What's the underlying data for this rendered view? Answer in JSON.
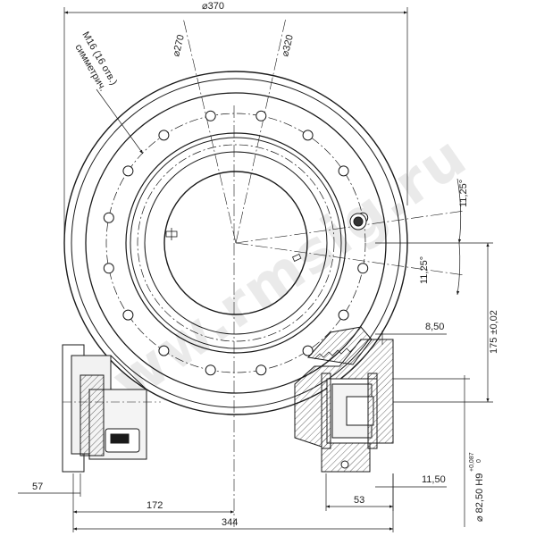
{
  "dimensions": {
    "d370": "⌀370",
    "d270": "⌀270",
    "d320": "⌀320",
    "bolts": "M16 (16 отв.)",
    "bolts_note": "симметрич.",
    "ang1": "11,25°",
    "ang2": "11,25°",
    "d8_50": "8,50",
    "d175": "175 ±0,02",
    "d11_50": "11,50",
    "d53": "53",
    "d57": "57",
    "d172": "172",
    "d344": "344",
    "d82_50": "⌀ 82,50 H9",
    "tol_upper": "+0,087",
    "tol_lower": "0"
  },
  "watermark": "www.rmsig.ru",
  "colors": {
    "line": "#1a1a1a",
    "hatch": "#444444",
    "watermark": "#d9d9d9"
  }
}
